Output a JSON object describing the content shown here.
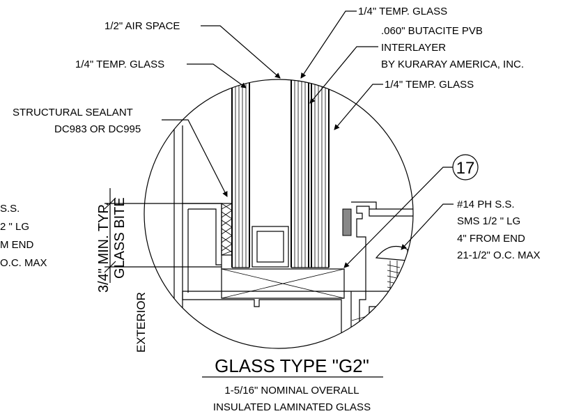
{
  "labels": {
    "air_space": "1/2\" AIR SPACE",
    "temp_glass_left": "1/4\" TEMP. GLASS",
    "temp_glass_top": "1/4\" TEMP. GLASS",
    "pvb_line1": ".060\" BUTACITE PVB",
    "pvb_line2": "INTERLAYER",
    "pvb_line3": "BY KURARAY AMERICA, INC.",
    "temp_glass_right": "1/4\" TEMP. GLASS",
    "sealant_line1": "STRUCTURAL SEALANT",
    "sealant_line2": "DC983 OR DC995",
    "left_cut_line1": "S.S.",
    "left_cut_line2": "2 \" LG",
    "left_cut_line3": "M END",
    "left_cut_line4": "O.C. MAX",
    "screw_line1": "#14 PH S.S.",
    "screw_line2": "SMS 1/2 \" LG",
    "screw_line3": "4\" FROM END",
    "screw_line4": "21-1/2\" O.C. MAX",
    "bite_line1": "3/4\" MIN. TYP.",
    "bite_line2": "GLASS BITE",
    "exterior": "EXTERIOR",
    "callout_number": "17"
  },
  "title": {
    "main": "GLASS TYPE \"G2\"",
    "sub1": "1-5/16\" NOMINAL OVERALL",
    "sub2": "INSULATED LAMINATED GLASS"
  },
  "colors": {
    "line": "#000000",
    "background": "#ffffff",
    "setting_block": "#888888"
  }
}
